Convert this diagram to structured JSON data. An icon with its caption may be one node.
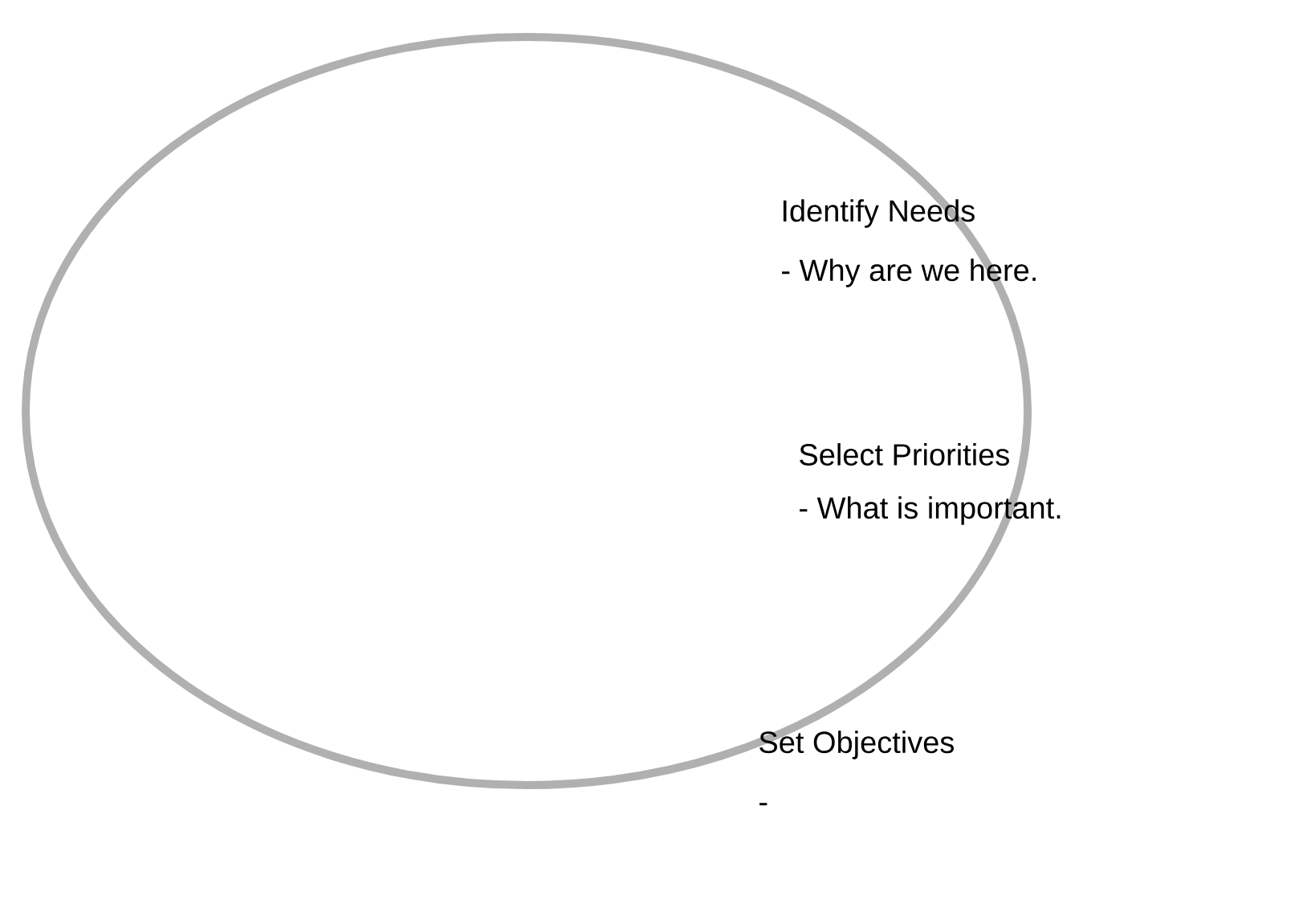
{
  "diagram": {
    "labels": [
      "Identify Needs",
      "- Why are we here.",
      "Select Priorities",
      "- What is important.",
      "Set Objectives",
      "-"
    ]
  }
}
